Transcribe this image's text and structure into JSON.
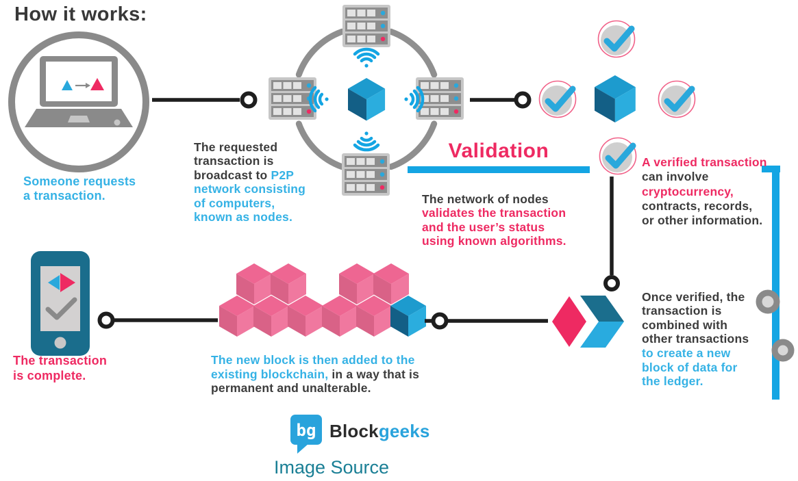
{
  "page": {
    "title": "How it works:"
  },
  "colors": {
    "pink": "#ee2a62",
    "cyan_text": "#35b2e5",
    "cyan_accent": "#14a5e3",
    "dark_text": "#3c3c3c",
    "gray_icon": "#8a8a8a",
    "phone_teal": "#1a6d8c"
  },
  "steps": {
    "request": {
      "caption": "Someone requests\na transaction."
    },
    "broadcast": {
      "text_dark": "The requested\ntransaction is\nbroadcast to ",
      "text_cyan": "P2P\nnetwork consisting\nof computers,\nknown as nodes."
    },
    "validation": {
      "heading": "Validation",
      "text_dark": "The network of nodes\n",
      "text_pink": "validates the transaction\nand the user’s status\nusing known algorithms."
    },
    "verified": {
      "text_pink_1": "A verified transaction\n",
      "text_dark_1": "can involve\n",
      "text_pink_2": "cryptocurrency,\n",
      "text_dark_2": "contracts, records,\nor other information."
    },
    "combined": {
      "text_dark": "Once verified, the\ntransaction is\ncombined with\nother transactions\n",
      "text_cyan": "to create a new\nblock of data for\nthe ledger."
    },
    "new_block": {
      "text_cyan": "The new block is then added to the\nexisting blockchain,",
      "text_dark": " in a way that is\npermanent and unalterable."
    },
    "complete": {
      "caption": "The transaction\nis complete."
    }
  },
  "footer": {
    "logo_glyph": "bg",
    "logo_block": "Block",
    "logo_geeks": "geeks",
    "source_link": "Image Source"
  },
  "icons": [
    "laptop-icon",
    "server-rack-icon",
    "wifi-signal-icon",
    "block-cube-icon",
    "check-badge-icon",
    "smartphone-icon",
    "diamond-icon",
    "block-arrow-icon",
    "blockchain-cubes-icon",
    "ledger-bracket",
    "chain-link-ring",
    "blockgeeks-logo-icon"
  ]
}
